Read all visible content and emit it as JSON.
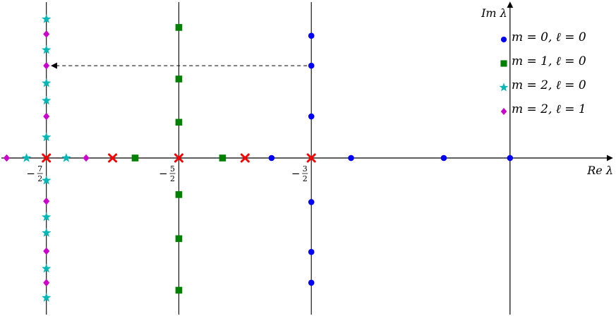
{
  "chart_data": {
    "type": "scatter",
    "xlabel": "Re λ",
    "ylabel": "Im λ",
    "xlim": [
      -3.85,
      0.8
    ],
    "ylim": [
      -1.9,
      1.9
    ],
    "grid": false,
    "legend_position": "top-right",
    "vertical_guides": [
      -3.5,
      -2.5,
      -1.5,
      0
    ],
    "x_ticks": [
      {
        "value": -3.5,
        "label": "−7/2"
      },
      {
        "value": -2.5,
        "label": "−5/2"
      },
      {
        "value": -1.5,
        "label": "−3/2"
      }
    ],
    "series": [
      {
        "name": "m = 0, ℓ = 0",
        "color": "#0000ff",
        "marker": "circle",
        "points": [
          [
            -1.5,
            1.47
          ],
          [
            -1.5,
            1.11
          ],
          [
            -1.5,
            0.5
          ],
          [
            -1.5,
            -0.53
          ],
          [
            -1.5,
            -1.13
          ],
          [
            -1.5,
            -1.5
          ],
          [
            -1.8,
            0
          ],
          [
            -1.2,
            0
          ],
          [
            -0.5,
            0
          ],
          [
            0,
            0
          ]
        ]
      },
      {
        "name": "m = 1, ℓ = 0",
        "color": "#008000",
        "marker": "square",
        "points": [
          [
            -2.5,
            1.57
          ],
          [
            -2.5,
            0.95
          ],
          [
            -2.5,
            0.43
          ],
          [
            -2.5,
            -0.44
          ],
          [
            -2.5,
            -0.97
          ],
          [
            -2.5,
            -1.59
          ],
          [
            -2.83,
            0
          ],
          [
            -2.17,
            0
          ]
        ]
      },
      {
        "name": "m = 2, ℓ = 0",
        "color": "#00b7b7",
        "marker": "star",
        "points": [
          [
            -3.5,
            1.67
          ],
          [
            -3.5,
            1.3
          ],
          [
            -3.5,
            0.9
          ],
          [
            -3.5,
            0.69
          ],
          [
            -3.5,
            0.25
          ],
          [
            -3.5,
            -0.27
          ],
          [
            -3.5,
            -0.71
          ],
          [
            -3.5,
            -0.9
          ],
          [
            -3.5,
            -1.33
          ],
          [
            -3.5,
            -1.68
          ],
          [
            -3.65,
            0
          ],
          [
            -3.35,
            0
          ]
        ]
      },
      {
        "name": "m = 2, ℓ = 1",
        "color": "#cc00cc",
        "marker": "diamond",
        "points": [
          [
            -3.5,
            1.49
          ],
          [
            -3.5,
            1.11
          ],
          [
            -3.5,
            0.5
          ],
          [
            -3.5,
            -0.52
          ],
          [
            -3.5,
            -1.12
          ],
          [
            -3.5,
            -1.5
          ],
          [
            -3.8,
            0
          ],
          [
            -3.2,
            0
          ]
        ]
      },
      {
        "color": "#ff0000",
        "marker": "cross",
        "points": [
          [
            -3.5,
            0
          ],
          [
            -3.0,
            0
          ],
          [
            -2.5,
            0
          ],
          [
            -2.0,
            0
          ],
          [
            -1.5,
            0
          ]
        ]
      }
    ],
    "annotations": [
      {
        "type": "dashed-arrow",
        "from": [
          -1.5,
          1.11
        ],
        "to": [
          -3.5,
          1.11
        ]
      }
    ]
  }
}
